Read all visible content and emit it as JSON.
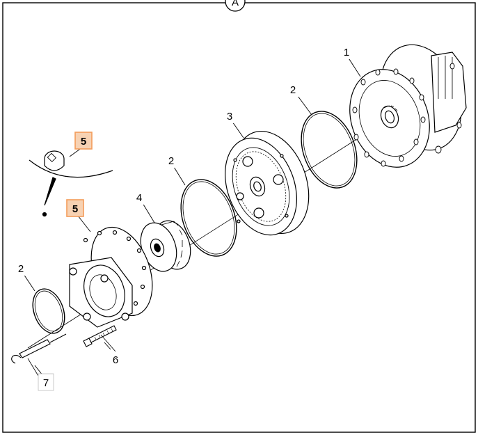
{
  "diagram": {
    "view_marker": "A",
    "accent_color": "#f39c5a",
    "callouts": [
      {
        "id": "c1",
        "label": "1",
        "highlight": false
      },
      {
        "id": "c2a",
        "label": "2",
        "highlight": false
      },
      {
        "id": "c3",
        "label": "3",
        "highlight": false
      },
      {
        "id": "c2b",
        "label": "2",
        "highlight": false
      },
      {
        "id": "c4",
        "label": "4",
        "highlight": false
      },
      {
        "id": "c5a",
        "label": "5",
        "highlight": true
      },
      {
        "id": "c5b",
        "label": "5",
        "highlight": true
      },
      {
        "id": "c2c",
        "label": "2",
        "highlight": false
      },
      {
        "id": "c6",
        "label": "6",
        "highlight": false
      },
      {
        "id": "c7",
        "label": "7",
        "highlight": false
      }
    ]
  }
}
